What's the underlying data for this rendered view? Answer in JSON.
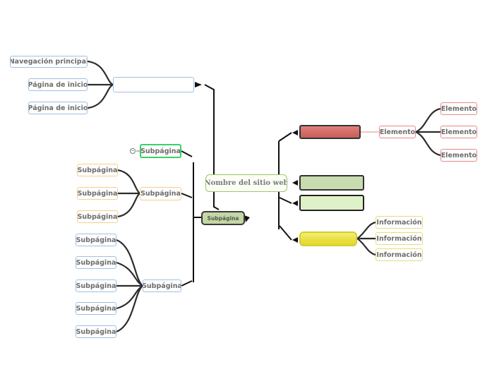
{
  "central_topic": "Nombre del sitio web",
  "left_branch": {
    "connector_label": "Subpágina",
    "top_group": {
      "items": [
        "Navegación principal",
        "Página de inicio",
        "Página de inicio"
      ]
    },
    "green_topic": "Subpágina",
    "orange_group": {
      "label": "Subpágina",
      "items": [
        "Subpágina",
        "Subpágina",
        "Subpágina"
      ]
    },
    "blue_group": {
      "label": "Subpágina",
      "items": [
        "Subpágina",
        "Subpágina",
        "Subpágina",
        "Subpágina",
        "Subpágina"
      ]
    }
  },
  "right_branch": {
    "elemento_group": {
      "label": "Elemento",
      "items": [
        "Elemento",
        "Elemento",
        "Elemento"
      ]
    },
    "informacion_group": {
      "items": [
        "Información",
        "Información",
        "Información"
      ]
    }
  },
  "colors": {
    "blue_border": "#9fc0e2",
    "orange_border": "#f4cf8c",
    "green_border": "#3ad06a",
    "red_border": "#e88a86",
    "yellow_border": "#e6dc7c",
    "red_fill": "#d46c68",
    "gold_fill": "#ebe34a",
    "green_fill": "#c8dcb0",
    "light_green_fill": "#dff1c8"
  }
}
